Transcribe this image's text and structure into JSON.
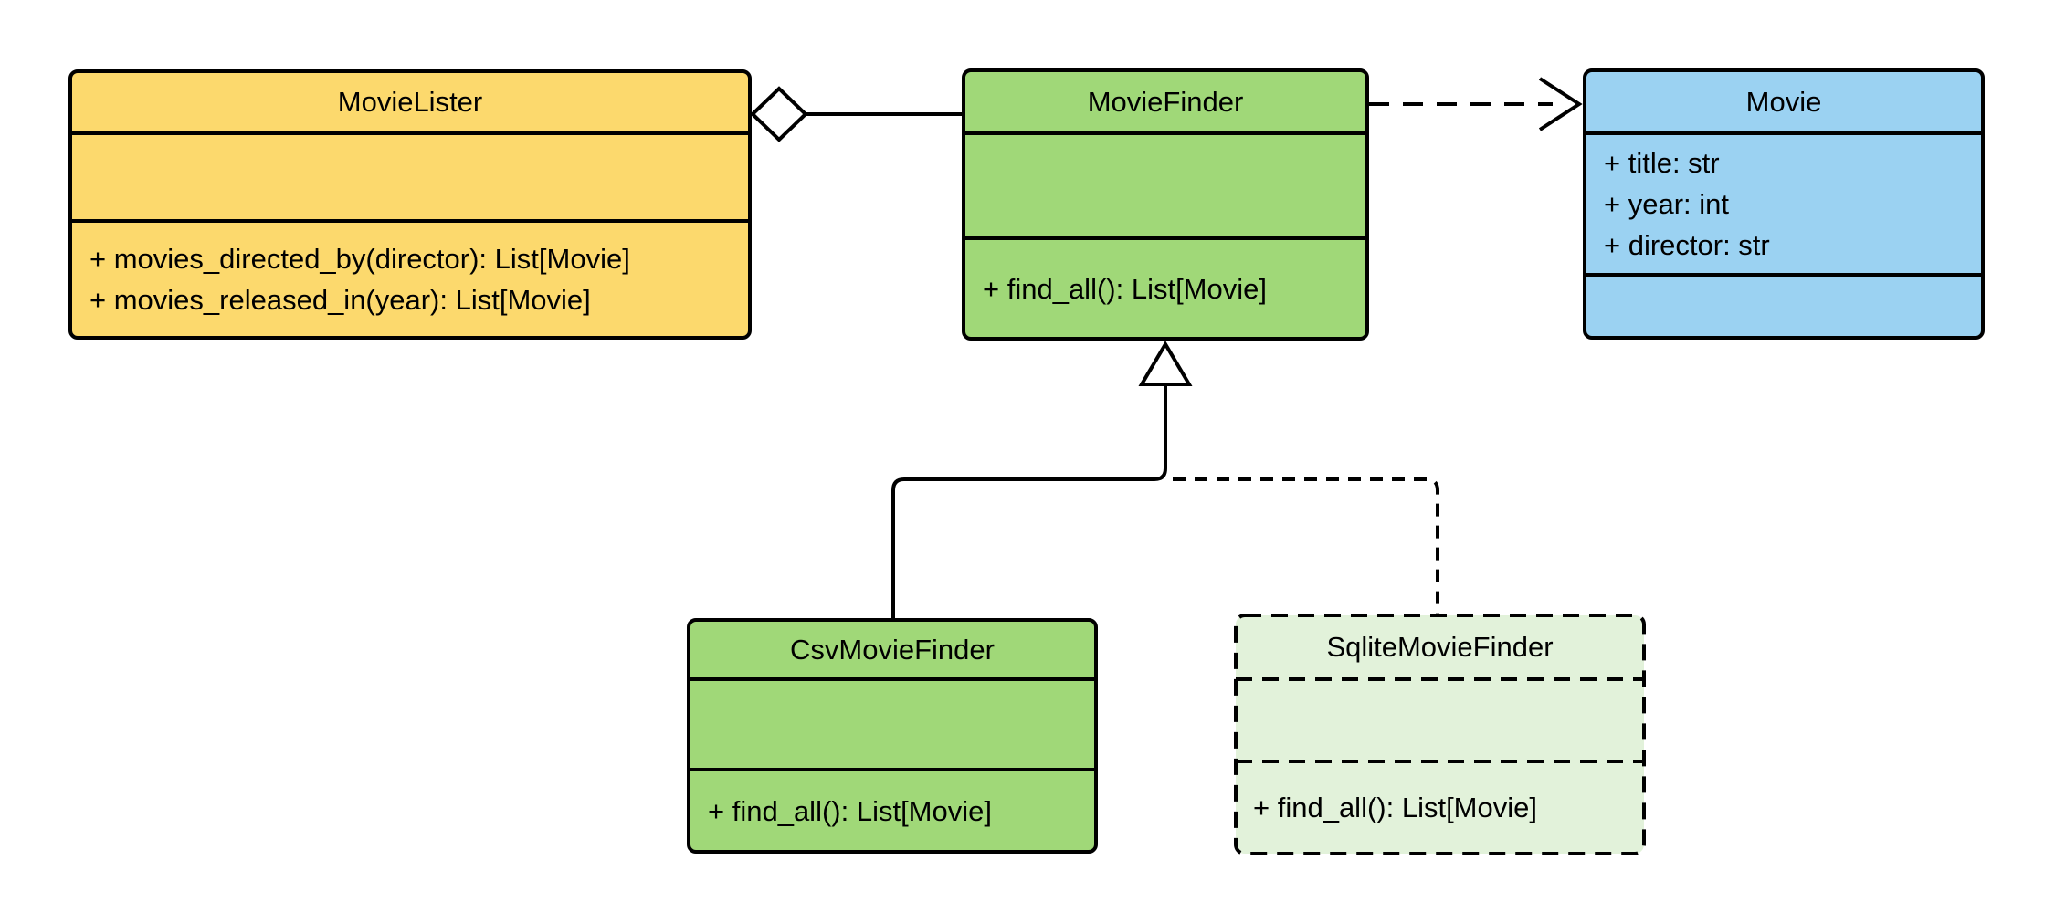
{
  "diagram": {
    "kind": "uml-class-diagram",
    "background": "#ffffff",
    "line_color": "#000000",
    "classes": {
      "movie_lister": {
        "name": "MovieLister",
        "fill": "#FCD96D",
        "attributes": [],
        "methods": [
          "+ movies_directed_by(director): List[Movie]",
          "+ movies_released_in(year): List[Movie]"
        ]
      },
      "movie_finder": {
        "name": "MovieFinder",
        "fill": "#A0D878",
        "attributes": [],
        "methods": [
          "+ find_all(): List[Movie]"
        ]
      },
      "movie": {
        "name": "Movie",
        "fill": "#9BD2F2",
        "attributes": [
          "+ title: str",
          "+ year: int",
          "+ director: str"
        ],
        "methods": []
      },
      "csv_movie_finder": {
        "name": "CsvMovieFinder",
        "fill": "#A0D878",
        "attributes": [],
        "methods": [
          "+ find_all(): List[Movie]"
        ]
      },
      "sqlite_movie_finder": {
        "name": "SqliteMovieFinder",
        "fill": "#E2F2DA",
        "border_style": "dashed",
        "attributes": [],
        "methods": [
          "+ find_all(): List[Movie]"
        ]
      }
    },
    "relationships": [
      {
        "type": "aggregation",
        "from": "MovieLister",
        "to": "MovieFinder",
        "line": "solid",
        "marker": "hollow-diamond"
      },
      {
        "type": "dependency",
        "from": "MovieFinder",
        "to": "Movie",
        "line": "dashed",
        "marker": "open-arrow"
      },
      {
        "type": "generalization",
        "from": "CsvMovieFinder",
        "to": "MovieFinder",
        "line": "solid",
        "marker": "hollow-triangle"
      },
      {
        "type": "generalization",
        "from": "SqliteMovieFinder",
        "to": "MovieFinder",
        "line": "dashed",
        "marker": "hollow-triangle"
      }
    ]
  }
}
